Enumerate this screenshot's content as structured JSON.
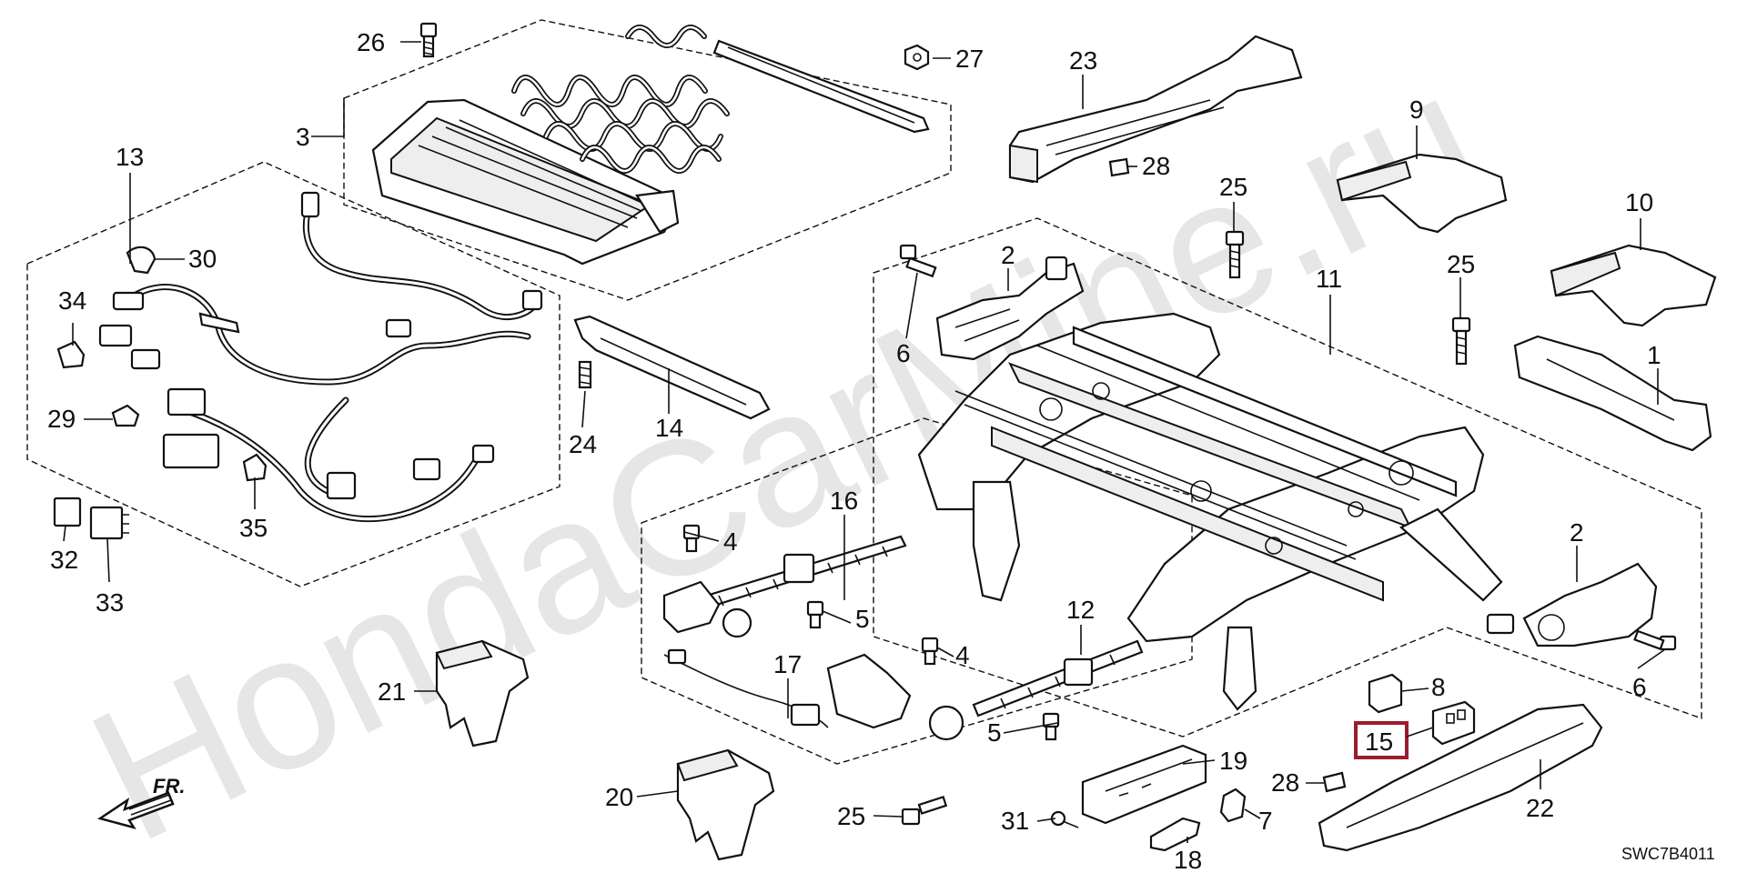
{
  "diagram": {
    "code": "SWC7B4011",
    "watermark": "HondaCarMine.ru",
    "front_marker": "FR.",
    "highlighted_callout": "15",
    "colors": {
      "ink": "#111111",
      "highlight": "#9b1c2e",
      "watermark": "#e6e6e6"
    }
  },
  "callouts": {
    "c1": "1",
    "c2a": "2",
    "c2b": "2",
    "c3": "3",
    "c4a": "4",
    "c4b": "4",
    "c5a": "5",
    "c5b": "5",
    "c6a": "6",
    "c6b": "6",
    "c7": "7",
    "c8": "8",
    "c9": "9",
    "c10": "10",
    "c11": "11",
    "c12": "12",
    "c13": "13",
    "c14": "14",
    "c15": "15",
    "c16": "16",
    "c17": "17",
    "c18": "18",
    "c19": "19",
    "c20": "20",
    "c21": "21",
    "c22": "22",
    "c23": "23",
    "c24": "24",
    "c25a": "25",
    "c25b": "25",
    "c25c": "25",
    "c26": "26",
    "c27": "27",
    "c28a": "28",
    "c28b": "28",
    "c29": "29",
    "c30": "30",
    "c31": "31",
    "c32": "32",
    "c33": "33",
    "c34": "34",
    "c35": "35"
  }
}
